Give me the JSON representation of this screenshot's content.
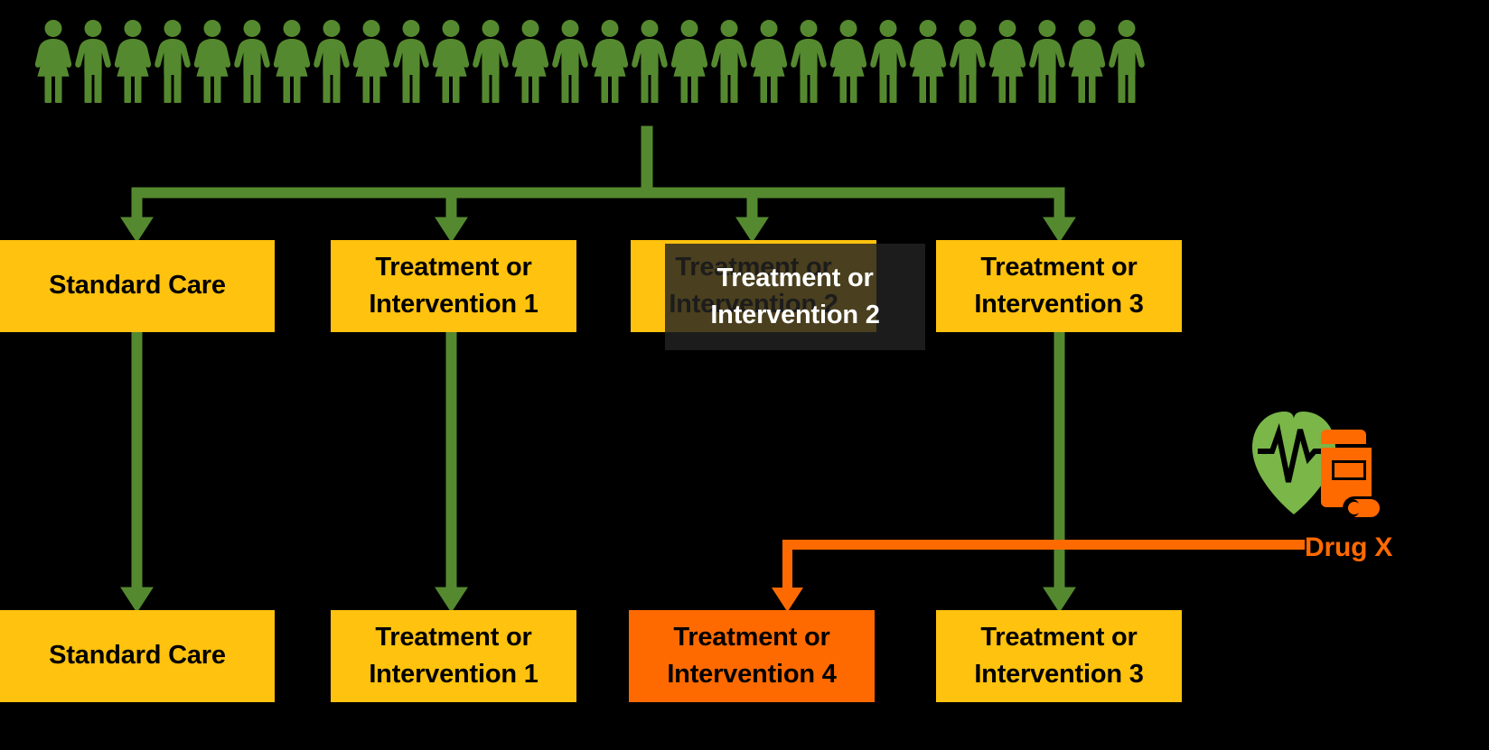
{
  "diagram": {
    "title": "Randomized trial allocation flow diagram",
    "background_color": "#000000",
    "colors": {
      "people_green": "#55892F",
      "arrow_green": "#55892F",
      "box_yellow": "#FFC20E",
      "box_orange": "#FF6A00",
      "dim_overlay": "rgba(34,34,34,0.82)",
      "dim_text": "#FFFFFF",
      "box_text": "#000000",
      "heart_green": "#7AB648",
      "pill_orange": "#FF6A00",
      "drug_label_color": "#FF6A00"
    }
  },
  "population": {
    "icon": "people-group-icon",
    "count": 28,
    "description": "Study population cohort of alternating female and male figures"
  },
  "allocation_row": {
    "arms": [
      {
        "id": "standard-care",
        "lines": [
          "Standard Care"
        ],
        "style": "yellow",
        "highlighted": false
      },
      {
        "id": "treatment-1",
        "lines": [
          "Treatment or",
          "Intervention 1"
        ],
        "style": "yellow",
        "highlighted": false
      },
      {
        "id": "treatment-2",
        "lines": [
          "Treatment or",
          "Intervention 2"
        ],
        "style": "dimmed",
        "highlighted": true
      },
      {
        "id": "treatment-3",
        "lines": [
          "Treatment or",
          "Intervention 3"
        ],
        "style": "yellow",
        "highlighted": false
      }
    ]
  },
  "outcome_row": {
    "arms": [
      {
        "id": "standard-care-out",
        "lines": [
          "Standard Care"
        ],
        "style": "yellow"
      },
      {
        "id": "treatment-1-out",
        "lines": [
          "Treatment or",
          "Intervention 1"
        ],
        "style": "yellow"
      },
      {
        "id": "treatment-4-out",
        "lines": [
          "Treatment or",
          "Intervention 4"
        ],
        "style": "orange"
      },
      {
        "id": "treatment-3-out",
        "lines": [
          "Treatment or",
          "Intervention 3"
        ],
        "style": "yellow"
      }
    ]
  },
  "drug": {
    "label": "Drug X",
    "icon": "heart-pulse-pill-bottle-icon",
    "connector_color": "#FF6A00"
  }
}
